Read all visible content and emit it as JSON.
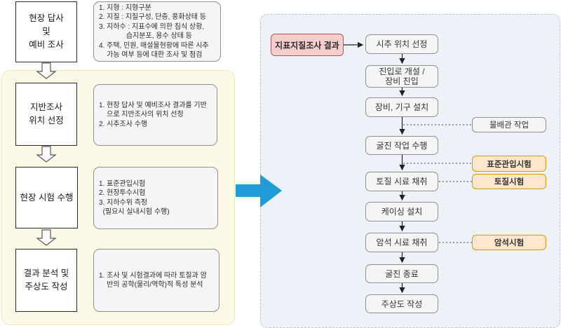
{
  "diagram": {
    "left_panel": {
      "steps": [
        {
          "label": "현장 답사\n및\n예비 조사",
          "note": "1. 지형 : 지형구분\n2. 지질 : 지질구성, 단층, 풍화상태 등\n3. 지하수 : 지표수에 의한 침식 상황,\n              습지분포, 용수 상태 등\n4. 주택, 민원, 매설물현황에 따른 시추\n    가능 여부 등에 대한 조사 및 점검"
        },
        {
          "label": "지반조사\n위치 선정",
          "note": "1. 현장 답사 및 예비조사 결과를 기반\n    으로 지반조사의 위치 선정\n2. 시추조사 수행"
        },
        {
          "label": "현장 시험 수행",
          "note": "1. 표준관입시험\n2. 현장투수시험\n3. 지하수위 측정\n  (필요시 실내시험 수행)"
        },
        {
          "label": "결과 분석 및\n주상도 작성",
          "note": "1. 조사 및 시험결과에 따라 토질과 암\n    반의 공학(물리/역학)적 특성 분석"
        }
      ]
    },
    "right_panel": {
      "input": "지표지질조사 결과",
      "steps": [
        "시추 위치 선정",
        "진입로 개설 /\n장비 진입",
        "장비, 기구 설치",
        "굴진 작업 수행",
        "토질 시료 채취",
        "케이싱 설치",
        "암석 시료 채취",
        "굴진 종료",
        "주상도 작성"
      ],
      "annotations": [
        {
          "label": "물배관 작업",
          "style": "gray"
        },
        {
          "label": "표준관입시험",
          "style": "orange"
        },
        {
          "label": "토질시험",
          "style": "orange"
        },
        {
          "label": "암석시험",
          "style": "orange"
        }
      ]
    },
    "colors": {
      "accent_arrow": "#1f9cd8",
      "input_fill": "#f8cecc",
      "input_border": "#b85450",
      "annotation_fill": "#ffe6cc",
      "annotation_border": "#d79b00",
      "node_fill": "#f5f5f5",
      "node_border": "#8f8f8f",
      "left_panel_fill": "#fdf9e7",
      "right_panel_fill": "#edf2f9"
    }
  }
}
